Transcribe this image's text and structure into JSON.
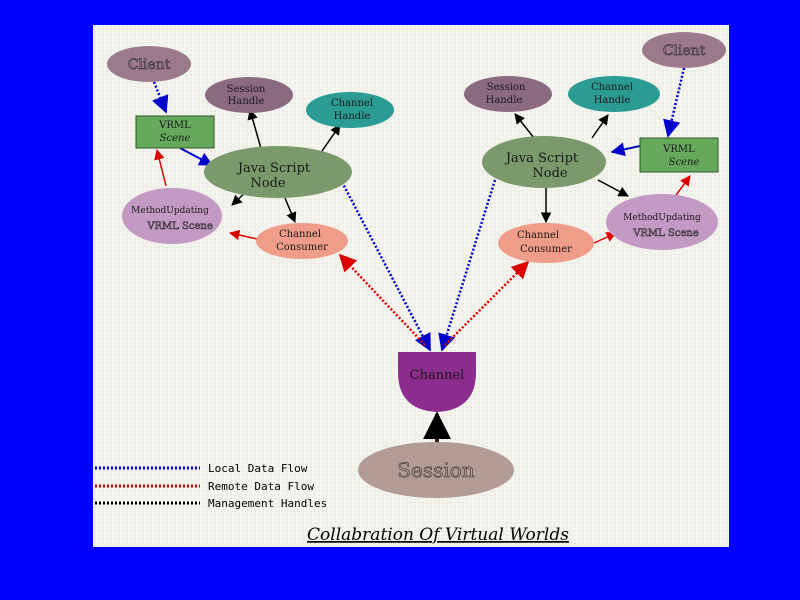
{
  "nodes": {
    "client_left": "Client",
    "client_right": "Client",
    "session_handle_left_1": "Session",
    "session_handle_left_2": "Handle",
    "channel_handle_left_1": "Channel",
    "channel_handle_left_2": "Handle",
    "session_handle_right_1": "Session",
    "session_handle_right_2": "Handle",
    "channel_handle_right_1": "Channel",
    "channel_handle_right_2": "Handle",
    "vrml_scene_left_1": "VRML",
    "vrml_scene_left_2": "Scene",
    "vrml_scene_right_1": "VRML",
    "vrml_scene_right_2": "Scene",
    "js_node_left_1": "Java Script",
    "js_node_left_2": "Node",
    "js_node_right_1": "Java Script",
    "js_node_right_2": "Node",
    "method_updating_left_1": "MethodUpdating",
    "method_updating_left_2": "VRML Scene",
    "method_updating_right_1": "MethodUpdating",
    "method_updating_right_2": "VRML Scene",
    "channel_consumer_left_1": "Channel",
    "channel_consumer_left_2": "Consumer",
    "channel_consumer_right_1": "Channel",
    "channel_consumer_right_2": "Consumer",
    "channel": "Channel",
    "session": "Session"
  },
  "legend": {
    "local": "Local Data Flow",
    "remote": "Remote Data Flow",
    "management": "Management Handles"
  },
  "title": "Collabration Of Virtual Worlds",
  "colors": {
    "background": "#0000ff",
    "panel": "#f4f4ee",
    "local_flow": "#0000cc",
    "remote_flow": "#cc0000",
    "management": "#000000",
    "client": "#9c7a8c",
    "session_handle": "#8a6a80",
    "channel_handle": "#2a9c94",
    "vrml_scene": "#66a85c",
    "js_node": "#7a9a6c",
    "method_updating": "#c39ac4",
    "channel_consumer": "#ef9c88",
    "channel": "#8c2c8c",
    "session": "#b39c96"
  }
}
